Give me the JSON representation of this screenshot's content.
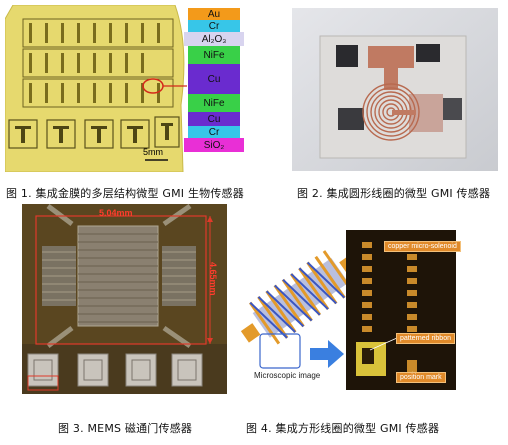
{
  "fig1": {
    "caption": "图 1. 集成金膜的多层结构微型 GMI 生物传感器",
    "scale_bar": "5mm",
    "layers": [
      {
        "label": "Au",
        "color": "#f39a1a"
      },
      {
        "label": "Cr",
        "color": "#37c6e8"
      },
      {
        "label": "Al₂O₃",
        "color": "#d8d4ef"
      },
      {
        "label": "NiFe",
        "color": "#39d048"
      },
      {
        "label": "Cu",
        "color": "#6a2bcf"
      },
      {
        "label": "NiFe",
        "color": "#39d048"
      },
      {
        "label": "Cu",
        "color": "#6a2bcf"
      },
      {
        "label": "Cr",
        "color": "#37c6e8"
      },
      {
        "label": "SiO₂",
        "color": "#e92fd6"
      }
    ]
  },
  "fig2": {
    "caption": "图 2. 集成圆形线圈的微型 GMI 传感器"
  },
  "fig3": {
    "caption": "图 3. MEMS 磁通门传感器",
    "width_label": "5.04mm",
    "height_label": "4.65mm"
  },
  "fig4": {
    "caption": "图 4. 集成方形线圈的微型 GMI 传感器",
    "callout_solenoid": "copper micro-solenoid",
    "callout_ribbon": "patterned ribbon",
    "callout_mark": "position mark",
    "microscopic_label": "Microscopic image"
  }
}
